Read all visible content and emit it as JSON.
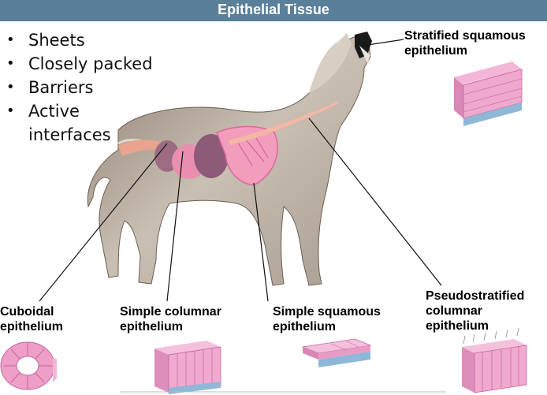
{
  "title": "Epithelial Tissue",
  "bullets": [
    "Sheets",
    "Closely packed",
    "Barriers",
    "Active\ninterfaces"
  ],
  "labels": {
    "stratified": [
      "Stratified squamous",
      "epithelium"
    ],
    "cuboidal": [
      "Cuboidal",
      "epithelium"
    ],
    "simple_columnar": [
      "Simple columnar",
      "epithelium"
    ],
    "simple_squamous": [
      "Simple squamous",
      "epithelium"
    ],
    "pseudostratified": [
      "Pseudostratified",
      "columnar",
      "epithelium"
    ]
  },
  "colors": {
    "title_bar": "#5a7f98",
    "tissue_pink": "#f1a9cf",
    "tissue_dark": "#c2679b",
    "basement": "#8fb7d6"
  }
}
